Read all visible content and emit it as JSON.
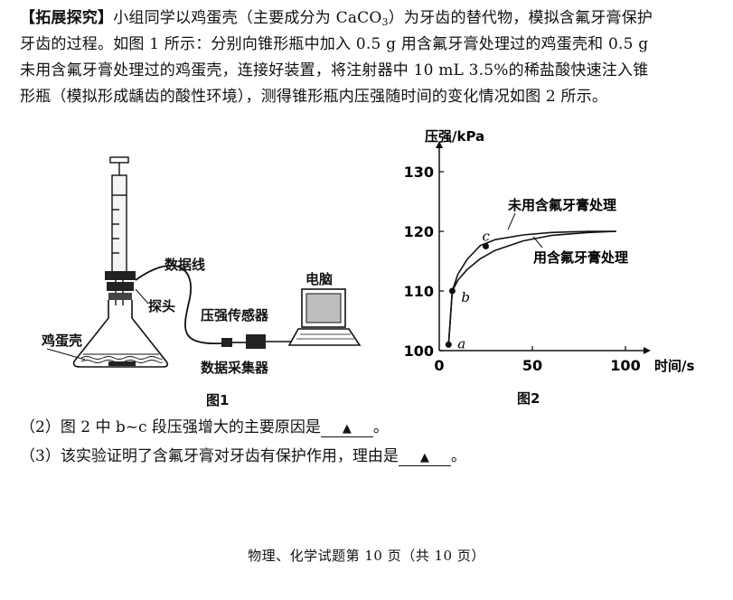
{
  "intro": {
    "heading": "【拓展探究】",
    "line1_a": "小组同学以鸡蛋壳（主要成分为 CaCO",
    "line1_sub": "3",
    "line1_b": "）为牙齿的替代物，模拟含氟牙膏保护",
    "line2": "牙齿的过程。如图 1 所示：分别向锥形瓶中加入 0.5 g 用含氟牙膏处理过的鸡蛋壳和 0.5 g",
    "line3": "未用含氟牙膏处理过的鸡蛋壳，连接好装置，将注射器中 10 mL 3.5%的稀盐酸快速注入锥",
    "line4": "形瓶（模拟形成龋齿的酸性环境），测得锥形瓶内压强随时间的变化情况如图 2 所示。"
  },
  "figure1": {
    "caption": "图1",
    "labels": {
      "data_cable": "数据线",
      "probe": "探头",
      "pressure_sensor": "压强传感器",
      "computer": "电脑",
      "eggshell": "鸡蛋壳",
      "data_collector": "数据采集器"
    }
  },
  "chart_data": {
    "type": "line",
    "title": "",
    "xlabel": "时间/s",
    "ylabel": "压强/kPa",
    "xlim": [
      0,
      100
    ],
    "ylim": [
      100,
      130
    ],
    "xticks": [
      0,
      50,
      100
    ],
    "yticks": [
      100,
      110,
      120,
      130
    ],
    "series": [
      {
        "name": "未用含氟牙膏处理",
        "x": [
          5,
          7,
          10,
          15,
          22,
          30,
          45,
          60,
          80,
          95
        ],
        "y": [
          101,
          110,
          112.8,
          115.3,
          117.6,
          118.6,
          119.4,
          119.8,
          120.0,
          120.0
        ]
      },
      {
        "name": "用含氟牙膏处理",
        "x": [
          5,
          7,
          10,
          15,
          22,
          30,
          45,
          60,
          80,
          95
        ],
        "y": [
          101,
          110,
          111.8,
          113.6,
          115.4,
          116.8,
          118.4,
          119.3,
          119.8,
          120.0
        ]
      }
    ],
    "points": [
      {
        "label": "a",
        "x": 5,
        "y": 101
      },
      {
        "label": "b",
        "x": 7,
        "y": 110
      },
      {
        "label": "c",
        "x": 25,
        "y": 117.5
      }
    ],
    "grid": false,
    "caption": "图2"
  },
  "questions": [
    {
      "prefix": "（2）图 2 中 b~c 段压强增大的主要原因是",
      "answer": "▲",
      "suffix": "。"
    },
    {
      "prefix": "（3）该实验证明了含氟牙膏对牙齿有保护作用，理由是",
      "answer": "▲",
      "suffix": "。"
    }
  ],
  "footer": "物理、化学试题第 10 页（共 10 页）"
}
